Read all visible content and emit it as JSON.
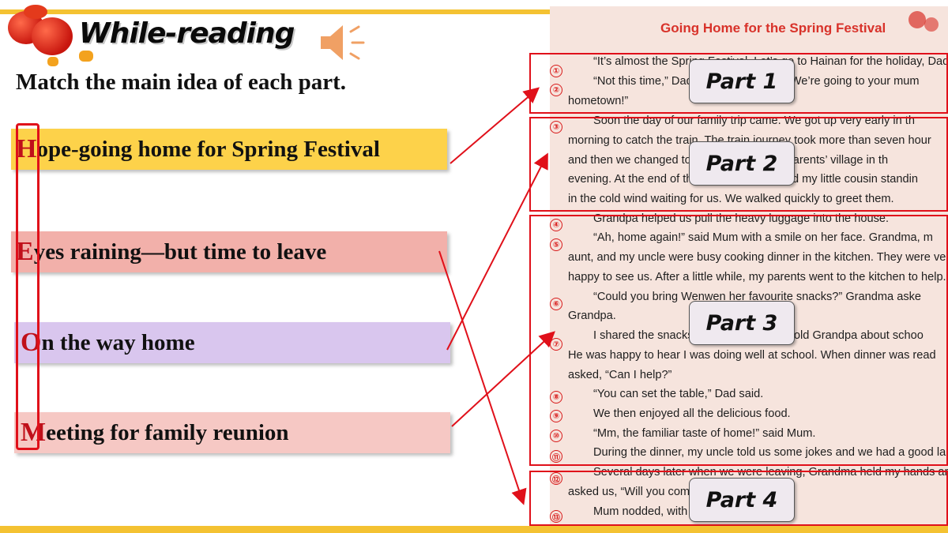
{
  "header": {
    "title": "While-reading",
    "speaker_icon": "speaker-icon"
  },
  "instruction": "Match the main idea of each part.",
  "options": [
    {
      "first": "H",
      "rest": "ope-going home for Spring Festival"
    },
    {
      "first": "E",
      "rest": "yes raining—but time to leave"
    },
    {
      "first": "O",
      "rest": "n the way home"
    },
    {
      "first": "M",
      "rest": "eeting for family reunion"
    }
  ],
  "passage": {
    "title": "Going Home for the Spring Festival",
    "lines": [
      "“It’s almost the Spring Festival. Let’s go to Hainan for the holiday, Dad",
      "“Not this time,” Dad said with a smile. “We’re going to your mum",
      "hometown!”",
      "Soon the day of our family trip came. We got up very early in th",
      "morning to catch the train. The train journey took more than seven hour",
      "and then we changed to a bus to my grandparents’ village in th",
      "evening. At the end of the road, Grandpa and my little cousin standin",
      "in the cold wind waiting for us. We walked quickly to greet them.",
      "Grandpa helped us pull the heavy luggage into the house.",
      "“Ah, home again!” said Mum with a smile on her face. Grandma, m",
      "aunt, and my uncle were busy cooking dinner in the kitchen. They were ve",
      "happy to see us. After a little while, my parents went to the kitchen to help.",
      "“Could you bring Wenwen her favourite snacks?” Grandma aske",
      "Grandpa.",
      "I shared the snacks with Grandpa and told Grandpa about schoo",
      "He was happy to hear I was doing well at school. When dinner was read",
      "asked, “Can I help?”",
      "“You can set the table,” Dad said.",
      "We then enjoyed all the delicious food.",
      "“Mm, the familiar taste of home!” said Mum.",
      "During the dinner, my uncle told us some jokes and we had a good laug",
      "Several days later when we were leaving, Grandma held my hands ar",
      "asked us, “Will you come back next year?”",
      "Mum nodded, with tears in her eyes."
    ],
    "numbers": [
      "①",
      "②",
      "③",
      "④",
      "⑤",
      "⑥",
      "⑦",
      "⑧",
      "⑨",
      "⑩",
      "⑪",
      "⑫",
      "⑬"
    ]
  },
  "parts": [
    "Part 1",
    "Part 2",
    "Part 3",
    "Part 4"
  ],
  "colors": {
    "accent_yellow": "#f4c232",
    "red": "#e0101a",
    "title_red": "#d8322a"
  }
}
